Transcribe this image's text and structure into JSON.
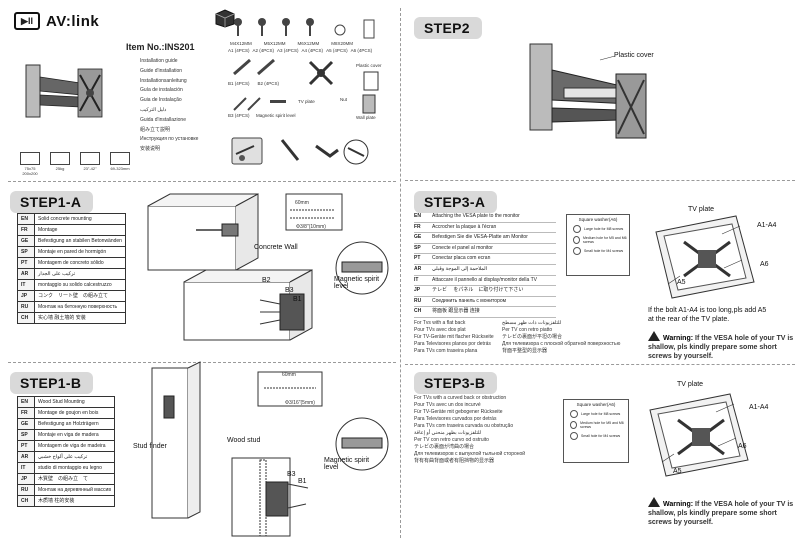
{
  "brand": {
    "logo_mark": "▶II",
    "name": "AV:link"
  },
  "item_no": "Item No.:INS201",
  "guides": [
    "Installation guide",
    "Guide d'installation",
    "Installationsanleitung",
    "Guía de instalación",
    "Guia de Instalação",
    "دليل التركيب",
    "Guida d'installazione",
    "組み立て説明",
    "Инструкция по установке",
    "安装说明"
  ],
  "specs": [
    {
      "label": "75x75\n200x200"
    },
    {
      "label": "25kg"
    },
    {
      "label": "23\"-42\""
    },
    {
      "label": "69-323mm"
    }
  ],
  "parts": {
    "screws": [
      "M4X12MM",
      "M5X12MM",
      "M6X12MM",
      "M8X20MM"
    ],
    "screw_codes": [
      "A1 (4PCS)",
      "A2 (4PCS)",
      "A3 (4PCS)",
      "A4 (4PCS)",
      "A5 (4PCS)",
      "A6 (4PCS)"
    ],
    "plastic_cover": "Plastic cover",
    "b_codes": [
      "B1 (4PCS)",
      "B2 (4PCS)"
    ],
    "tv_plate": "TV plate",
    "nut": "Nut",
    "b3": "B3 (4PCS)",
    "spirit": "Magnetic spirit level",
    "wall_plate": "Wall plate"
  },
  "step2": {
    "title": "STEP2",
    "plastic_cover": "Plastic cover"
  },
  "step1a": {
    "title": "STEP1-A",
    "rows": [
      {
        "code": "EN",
        "text": "Solid concrete mounting"
      },
      {
        "code": "FR",
        "text": "Montage"
      },
      {
        "code": "GE",
        "text": "Befestigung an stabilen Betonwänden"
      },
      {
        "code": "SP",
        "text": "Montaje en pared de hormigón"
      },
      {
        "code": "PT",
        "text": "Montagem de concreto sólido"
      },
      {
        "code": "AR",
        "text": "تركيب على الجدار"
      },
      {
        "code": "IT",
        "text": "montaggio su solido calcestruzzo"
      },
      {
        "code": "JP",
        "text": "コンク　リート壁　の組み立て"
      },
      {
        "code": "RU",
        "text": "Монтаж на бетонную поверхность"
      },
      {
        "code": "CH",
        "text": "实心墙 融土墙的 安装"
      }
    ],
    "dim_top": "60mm",
    "dim_drill": "Φ3/8\"(10mm)",
    "concrete_wall": "Concrete Wall",
    "b2": "B2",
    "b3": "B3",
    "b1": "B1",
    "spirit": "Magnetic spirit level"
  },
  "step1b": {
    "title": "STEP1-B",
    "rows": [
      {
        "code": "EN",
        "text": "Wood Stud Mounting"
      },
      {
        "code": "FR",
        "text": "Montage de goujon en bois"
      },
      {
        "code": "GE",
        "text": "Befestigung an Holzträgern"
      },
      {
        "code": "SP",
        "text": "Montaje en viga de madera"
      },
      {
        "code": "PT",
        "text": "Montagem de viga de madeira"
      },
      {
        "code": "AR",
        "text": "تركيب على ألواح خشبي"
      },
      {
        "code": "IT",
        "text": "studio di montaggio eu legno"
      },
      {
        "code": "JP",
        "text": "木質壁　の組み立　て"
      },
      {
        "code": "RU",
        "text": "Монтаж на деревянный массив"
      },
      {
        "code": "CH",
        "text": "木质墙 柱的安装"
      }
    ],
    "dim_top": "60mm",
    "dim_drill": "Φ3/16\"(5mm)",
    "stud_finder": "Stud finder",
    "wood_stud": "Wood stud",
    "b3": "B3",
    "b1": "B1",
    "spirit": "Magnetic spirit level"
  },
  "step3a": {
    "title": "STEP3-A",
    "rows": [
      {
        "code": "EN",
        "text": "Attaching the VESA plate to the monitor"
      },
      {
        "code": "FR",
        "text": "Accrocher la plaque à l'écran"
      },
      {
        "code": "GE",
        "text": "Befestigen Sie die VESA-Platte am Monitor"
      },
      {
        "code": "SP",
        "text": "Conecte el panel al monitor"
      },
      {
        "code": "PT",
        "text": "Conectar placa com ecran"
      },
      {
        "code": "AR",
        "text": "الملاحمة إلى الموجة وقبلي"
      },
      {
        "code": "IT",
        "text": "Attaccare il pannello al display/monitor della TV"
      },
      {
        "code": "JP",
        "text": "テレビ　 をパネル　に取り付けて下さい"
      },
      {
        "code": "RU",
        "text": "Соединить панель с монитором"
      },
      {
        "code": "CH",
        "text": "将面板 跟显示器 连接"
      }
    ],
    "flat_left": [
      "For Tvs with a flat back",
      "Pour TVs avec dos plat",
      "Für TV-Geräte mit flacher Rückseite",
      "Para Televisores planos por detrás",
      "Para TVs com traseira plana"
    ],
    "flat_right": [
      "للتلفزيونات ذات ظهر مسطح",
      "Per TV con retro piatto",
      "テレビの裏面が平坦の場合",
      "Для телевизора с плоской обратной поверхностью",
      "背面平整型的显示器"
    ],
    "washer": {
      "title": "Square washer(A6)",
      "items": [
        "Large hole for M8 screws",
        "Medium hole for M5 and M6 screws",
        "Small hole for M4 screws"
      ]
    },
    "tv_plate": "TV plate",
    "a1a4": "A1-A4",
    "a6": "A6",
    "a5": "A5",
    "note": "If the bolt A1-A4 is too long,pls add A5 at the rear of the TV plate.",
    "warning_label": "Warning:",
    "warning_text": "If the VESA hole of your TV is shallow, pls kindly prepare some short screws by yourself."
  },
  "step3b": {
    "title": "STEP3-B",
    "lines": [
      "For TVs with a curved back or obstruction",
      "Pour TVs avec un dos incurvé",
      "Für TV-Geräte mit gebogener Rückseite",
      "Para Televisores curvados por detrás",
      "Para TVs com traseira curvada ou obstrução",
      "للتلفزيونات بظهر منحني أو إعاقة",
      "Per TV con retro curvo od ostruito",
      "テレビの裏面が湾曲の場合",
      "Для телевизоров с выпуклой тыльной стороной",
      "背有有曲背面或者有阻挡物的显示器"
    ],
    "washer": {
      "title": "Square washer(A6)",
      "items": [
        "Large hole for M8 screws",
        "Medium hole for M5 and M6 screws",
        "Small hole for M4 screws"
      ]
    },
    "tv_plate": "TV plate",
    "a1a4": "A1-A4",
    "a6": "A6",
    "a5": "A5",
    "warning_label": "Warning:",
    "warning_text": "If the VESA hole of your TV is shallow, pls kindly prepare some short screws by yourself."
  }
}
